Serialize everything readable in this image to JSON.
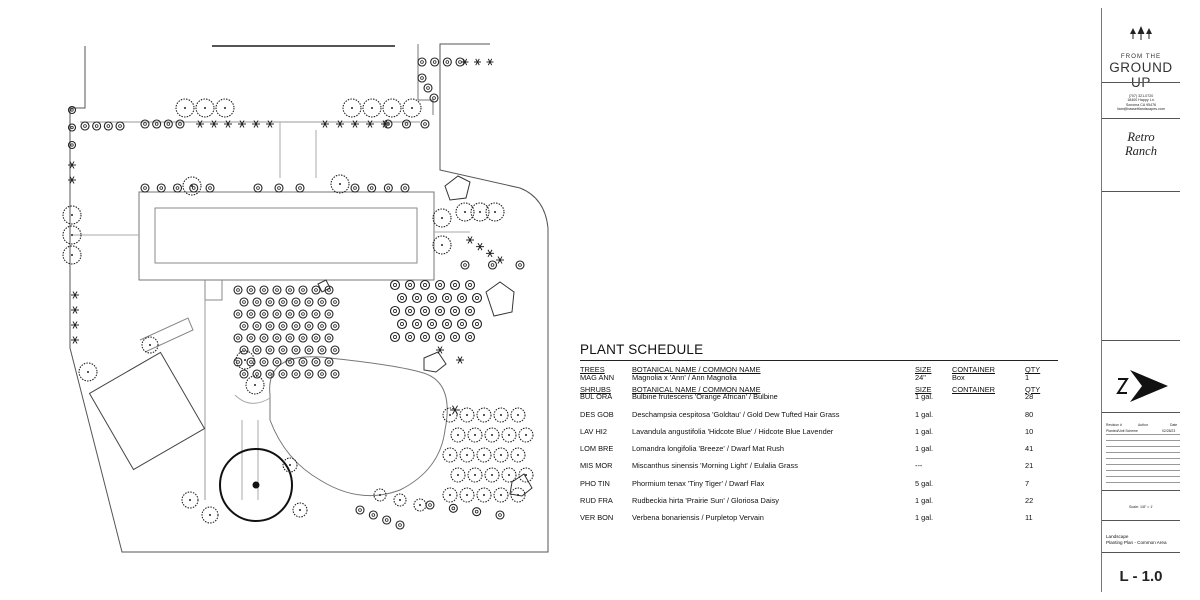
{
  "schedule": {
    "title": "PLANT SCHEDULE",
    "trees_header": {
      "code": "TREES",
      "name": "BOTANICAL NAME / COMMON NAME",
      "size": "SIZE",
      "container": "CONTAINER",
      "qty": "QTY"
    },
    "trees": [
      {
        "code": "MAG ANN",
        "name": "Magnolia x 'Ann' / Ann Magnolia",
        "size": "24\"",
        "container": "Box",
        "qty": "1"
      }
    ],
    "shrubs_header": {
      "code": "SHRUBS",
      "name": "BOTANICAL NAME / COMMON NAME",
      "size": "SIZE",
      "container": "CONTAINER",
      "qty": "QTY"
    },
    "shrubs": [
      {
        "code": "BUL ORA",
        "name": "Bulbine frutescens 'Orange African' / Bulbine",
        "size": "1 gal.",
        "qty": "28"
      },
      {
        "code": "DES GOB",
        "name": "Deschampsia cespitosa 'Goldtau' / Gold Dew Tufted Hair Grass",
        "size": "1 gal.",
        "qty": "80"
      },
      {
        "code": "LAV HI2",
        "name": "Lavandula angustifolia 'Hidcote Blue' / Hidcote Blue Lavender",
        "size": "1 gal.",
        "qty": "10"
      },
      {
        "code": "LOM BRE",
        "name": "Lomandra longifolia 'Breeze' / Dwarf Mat Rush",
        "size": "1 gal.",
        "qty": "41"
      },
      {
        "code": "MIS MOR",
        "name": "Miscanthus sinensis 'Morning Light' / Eulalia Grass",
        "size": "---",
        "qty": "21"
      },
      {
        "code": "PHO TIN",
        "name": "Phormium tenax 'Tiny Tiger' / Dwarf Flax",
        "size": "5 gal.",
        "qty": "7"
      },
      {
        "code": "RUD FRA",
        "name": "Rudbeckia hirta 'Prairie Sun' / Gloriosa Daisy",
        "size": "1 gal.",
        "qty": "22"
      },
      {
        "code": "VER BON",
        "name": "Verbena bonariensis / Purpletop Vervain",
        "size": "1 gal.",
        "qty": "11"
      }
    ]
  },
  "title_block": {
    "company_top": "FROM THE",
    "company_name": "GROUND UP",
    "contact_lines": [
      "(707) 321-0720",
      "18400 Happy Ln.",
      "Sonoma CA 95476",
      "liam@bassettlandscapes.com"
    ],
    "project_lines": [
      "Retro",
      "Ranch"
    ],
    "revision_headers": [
      "Revision #",
      "Author",
      "Date"
    ],
    "revision_first_row": [
      "Planted/Unit Scheme",
      "",
      "02/28/23"
    ],
    "scale": "Scale: 1/8\" = 1'",
    "sheet_title_lines": [
      "Landscape",
      "Planting Plan - Common Area"
    ],
    "sheet_number": "L - 1.0"
  },
  "colors": {
    "ink": "#111111",
    "plan_line": "#555555",
    "plan_light": "#aaaaaa"
  },
  "icons": {
    "logo": "three-trees-icon",
    "north": "north-arrow-icon"
  }
}
